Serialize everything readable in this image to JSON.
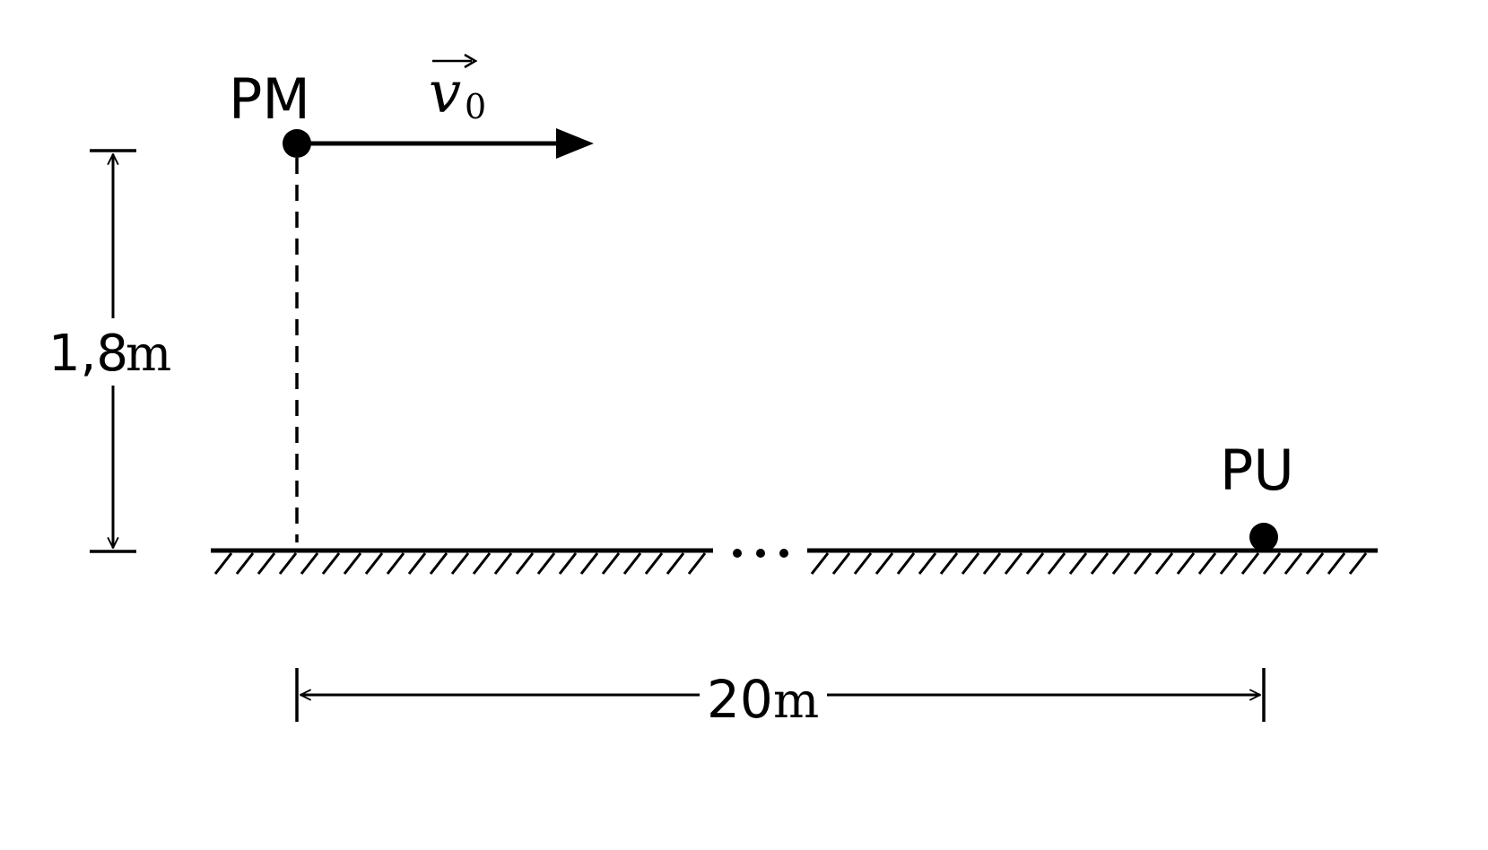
{
  "labels": {
    "start_point": "PM",
    "end_point": "PU",
    "velocity_symbol": "v",
    "velocity_subscript": "0",
    "height_value": "1,8",
    "height_unit": "m",
    "distance_value": "20",
    "distance_unit": "m",
    "ellipsis": "···"
  },
  "colors": {
    "ink": "#000000",
    "background": "#ffffff"
  }
}
